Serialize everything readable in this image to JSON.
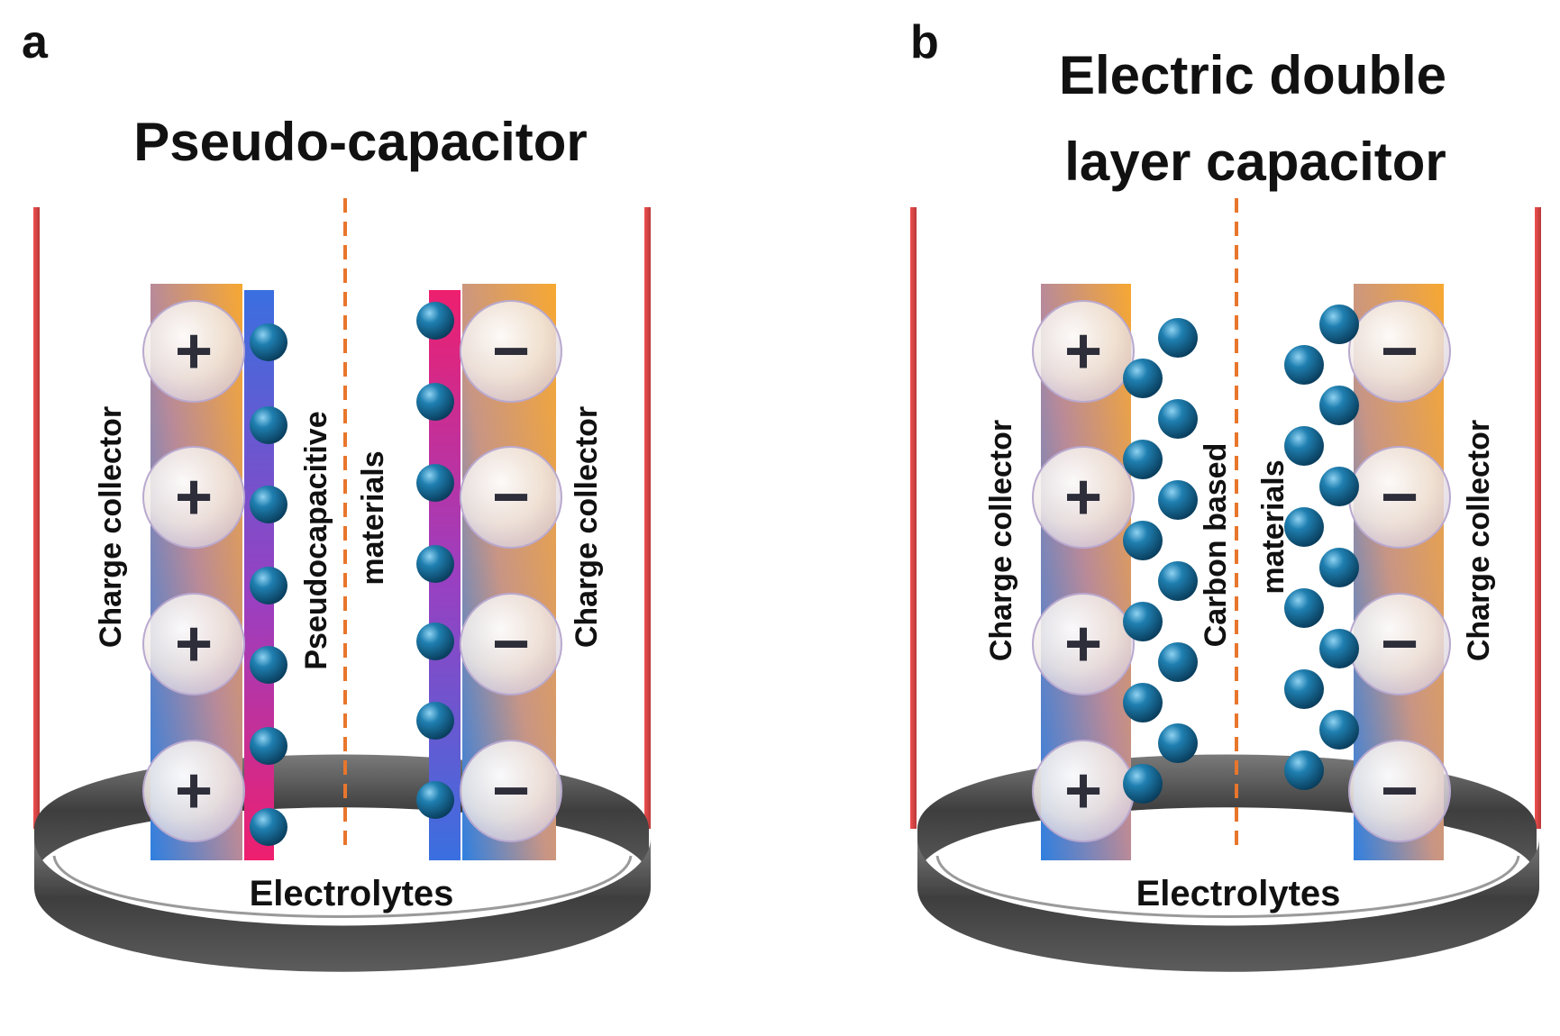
{
  "colors": {
    "ring": "#555555",
    "wall": "#e0433f",
    "dashed": "#e8762c",
    "ion": "#0f5a80",
    "collector_warm": "#f0a33a",
    "collector_cool": "#3f86d8",
    "pseudo_layer": "#e0257a"
  },
  "panel_a": {
    "letter": "a",
    "title": "Pseudo-capacitor",
    "left_collector_label": "Charge collector",
    "right_collector_label": "Charge collector",
    "center_label_line1": "Pseudocapacitive",
    "center_label_line2": "materials",
    "electrolyte_label": "Electrolytes",
    "positive_symbol": "+",
    "negative_symbol": "−",
    "positive_count": 4,
    "negative_count": 4
  },
  "panel_b": {
    "letter": "b",
    "title_line1": "Electric double",
    "title_line2": "layer capacitor",
    "left_collector_label": "Charge collector",
    "right_collector_label": "Charge collector",
    "center_label_line1": "Carbon based",
    "center_label_line2": "materials",
    "electrolyte_label": "Electrolytes",
    "positive_symbol": "+",
    "negative_symbol": "−",
    "positive_count": 4,
    "negative_count": 4
  }
}
